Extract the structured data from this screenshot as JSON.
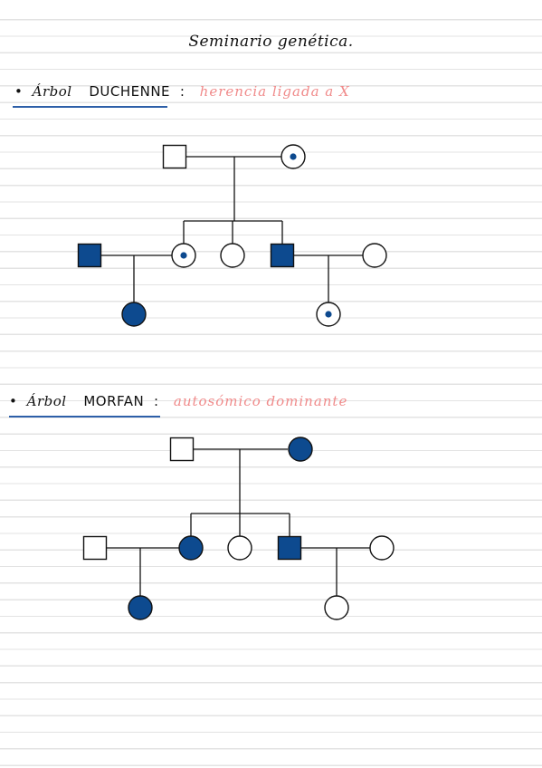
{
  "title": "Seminario genética.",
  "sections": [
    {
      "bullet": "•",
      "label_word1": "Árbol",
      "label_word2": "DUCHENNE",
      "colon": ":",
      "subtitle": "herencia ligada a X"
    },
    {
      "bullet": "•",
      "label_word1": "Árbol",
      "label_word2": "MORFAN",
      "colon": ":",
      "subtitle": "autosómico dominante"
    }
  ],
  "colors": {
    "affected": "#0d4a8f",
    "unaffected": "#ffffff",
    "outline": "#111111",
    "carrier_dot": "#0d4a8f",
    "subtitle": "#f08a8a",
    "underline": "#2d5fa8"
  },
  "pedigrees": [
    {
      "individuals": [
        {
          "id": "d-father",
          "sex": "male",
          "status": "unaffected"
        },
        {
          "id": "d-mother",
          "sex": "female",
          "status": "carrier"
        },
        {
          "id": "d-spouse-left",
          "sex": "male",
          "status": "affected"
        },
        {
          "id": "d-daughter-1",
          "sex": "female",
          "status": "carrier"
        },
        {
          "id": "d-daughter-2",
          "sex": "female",
          "status": "unaffected"
        },
        {
          "id": "d-son",
          "sex": "male",
          "status": "affected"
        },
        {
          "id": "d-spouse-right",
          "sex": "female",
          "status": "unaffected"
        },
        {
          "id": "d-grandchild-left",
          "sex": "female",
          "status": "affected"
        },
        {
          "id": "d-grandchild-right",
          "sex": "female",
          "status": "carrier"
        }
      ]
    },
    {
      "individuals": [
        {
          "id": "m-father",
          "sex": "male",
          "status": "unaffected"
        },
        {
          "id": "m-mother",
          "sex": "female",
          "status": "affected"
        },
        {
          "id": "m-spouse-left",
          "sex": "male",
          "status": "unaffected"
        },
        {
          "id": "m-daughter-1",
          "sex": "female",
          "status": "affected"
        },
        {
          "id": "m-daughter-2",
          "sex": "female",
          "status": "unaffected"
        },
        {
          "id": "m-son",
          "sex": "male",
          "status": "affected"
        },
        {
          "id": "m-spouse-right",
          "sex": "female",
          "status": "unaffected"
        },
        {
          "id": "m-grandchild-left",
          "sex": "female",
          "status": "affected"
        },
        {
          "id": "m-grandchild-right",
          "sex": "female",
          "status": "unaffected"
        }
      ]
    }
  ]
}
